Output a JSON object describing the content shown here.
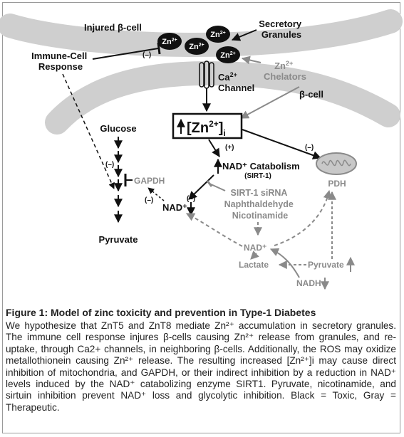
{
  "diagram": {
    "injured_cell_label": "Injured β-cell",
    "beta_cell_label": "β-cell",
    "secretory_granules": [
      "Secretory",
      "Granules"
    ],
    "zn_ion": "Zn",
    "zn_charge": "2+",
    "immune_response": [
      "Immune-Cell",
      "Response"
    ],
    "zn_chelators": [
      "Zn",
      "2+",
      "Chelators"
    ],
    "ca_channel": [
      "Ca",
      "2+",
      "Channel"
    ],
    "zn_box": {
      "main": "[Zn",
      "sup": "2+",
      "close": "]",
      "sub": "i"
    },
    "glucose": "Glucose",
    "gapdh": "GAPDH",
    "pyruvate": "Pyruvate",
    "nad_catabolism": "NAD⁺ Catabolism",
    "sirt1": "(SIRT-1)",
    "inhibitors": [
      "SIRT-1 siRNA",
      "Naphthaldehyde",
      "Nicotinamide"
    ],
    "pdh": "PDH",
    "nad_black": "NAD⁺",
    "nad_gray": "NAD⁺",
    "lactate": "Lactate",
    "pyruvate_gray": "Pyruvate",
    "nadh": "NADH",
    "sign_minus": "(–)",
    "sign_plus": "(+)",
    "colors": {
      "black": "#111111",
      "gray": "#8a8a8a",
      "cell": "#cfcfcf"
    }
  },
  "caption": {
    "title": "Figure 1: Model of zinc toxicity and prevention in Type-1 Diabetes",
    "body": "We hypothesize that ZnT5 and ZnT8 mediate Zn²⁺ accumulation in secretory granules. The immune cell response injures β-cells causing Zn²⁺ release from granules, and re-uptake, through Ca2+ channels, in neighboring β-cells. Additionally, the ROS may oxidize metallothionein causing Zn²⁺ release. The resulting increased [Zn²⁺]i may cause direct inhibition of mitochondria, and GAPDH, or their indirect inhibition by a reduction in NAD⁺ levels induced by the NAD⁺ catabolizing enzyme SIRT1. Pyruvate, nicotinamide, and sirtuin inhibition prevent NAD⁺ loss and glycolytic inhibition. Black = Toxic, Gray = Therapeutic."
  }
}
